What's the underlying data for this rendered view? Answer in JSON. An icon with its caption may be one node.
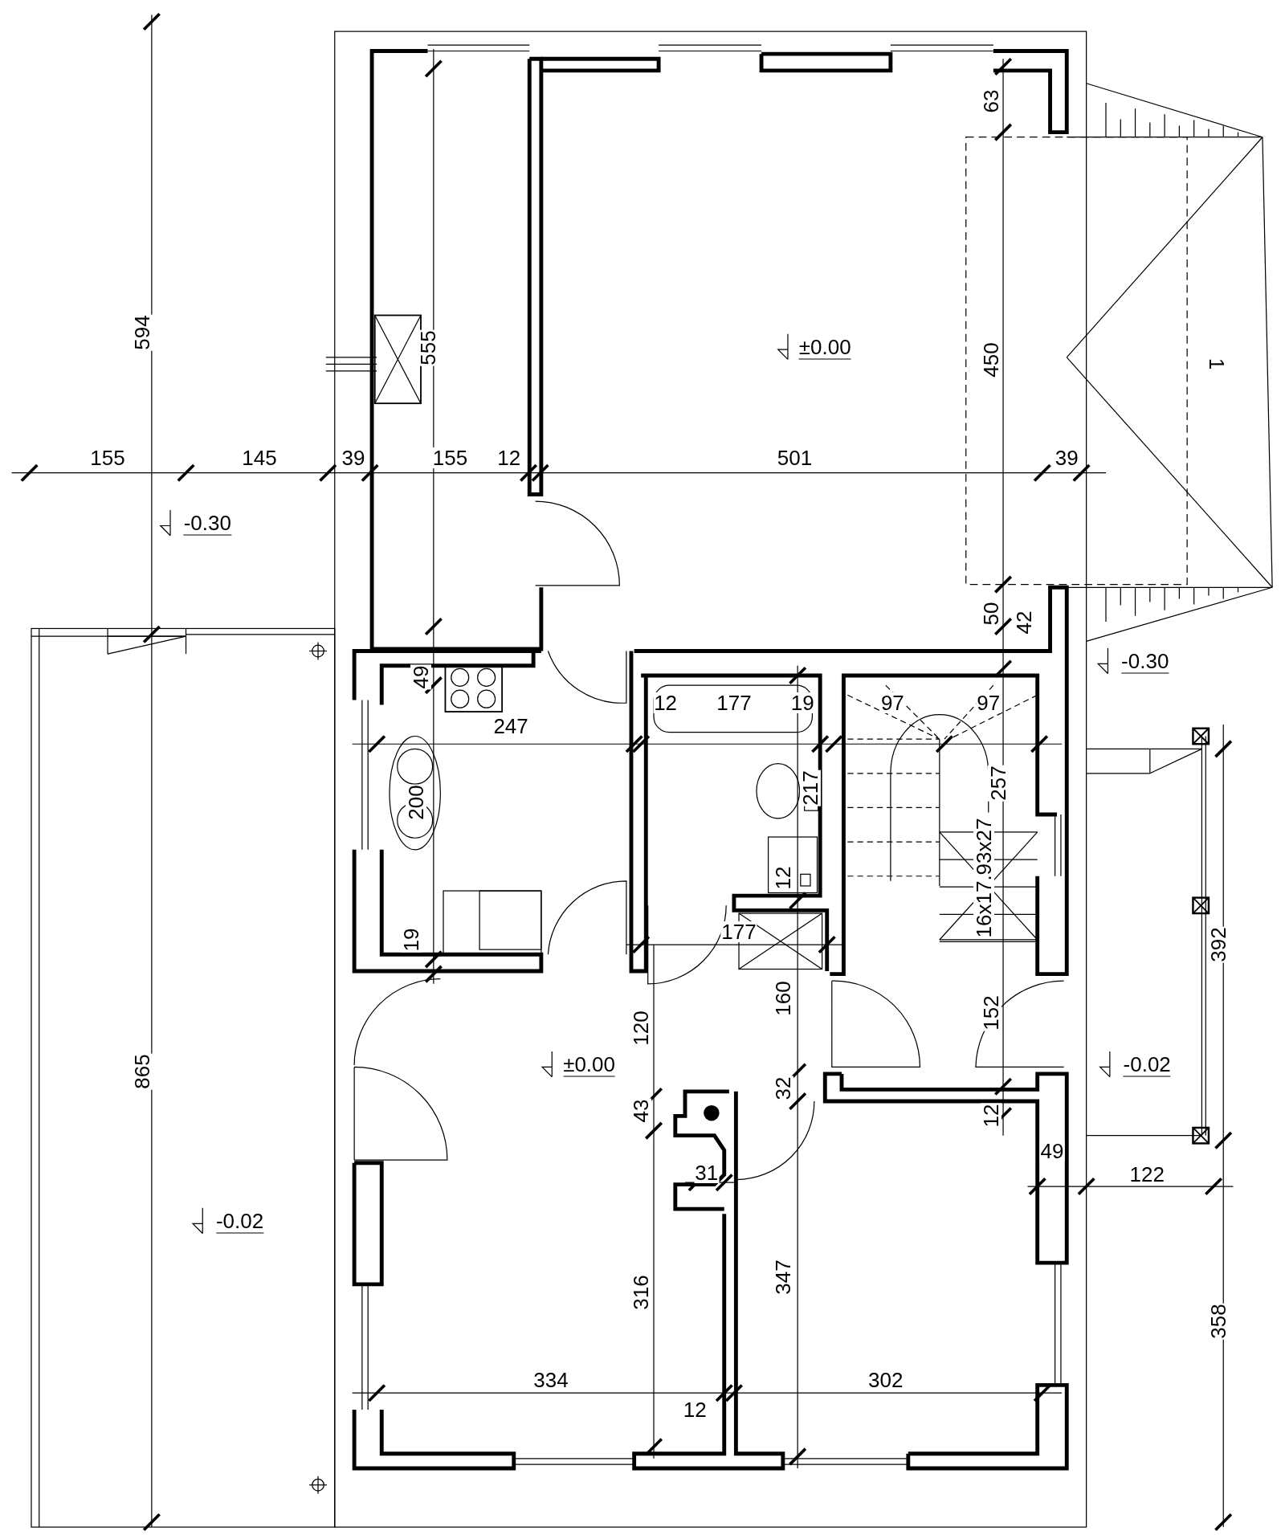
{
  "diagram": {
    "labels": [
      "594",
      "63",
      "555",
      "±0.00",
      "450",
      "1",
      "155",
      "145",
      "39",
      "155",
      "12",
      "501",
      "39",
      "-0.30",
      "49",
      "50",
      "42",
      "-0.30",
      "247",
      "12",
      "177",
      "19",
      "97",
      "97",
      "200",
      "217",
      "257",
      "16x17.93x27",
      "12",
      "19",
      "177",
      "392",
      "160",
      "120",
      "152",
      "±0.00",
      "-0.02",
      "43",
      "32",
      "12",
      "31",
      "49",
      "122",
      "865",
      "-0.02",
      "316",
      "347",
      "358",
      "334",
      "302",
      "12"
    ]
  }
}
